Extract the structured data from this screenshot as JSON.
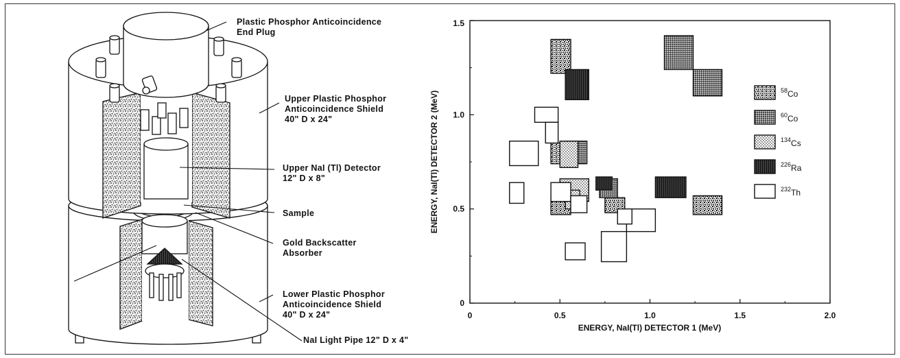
{
  "diagram": {
    "labels": [
      {
        "id": "end-plug",
        "lines": [
          "Plastic Phosphor Anticoincidence",
          "End Plug"
        ]
      },
      {
        "id": "upper-shield",
        "lines": [
          "Upper Plastic Phosphor",
          "Anticoincidence Shield",
          "40\" D x 24\""
        ]
      },
      {
        "id": "upper-detector",
        "lines": [
          "Upper NaI (Tl) Detector",
          "12\" D x 8\""
        ]
      },
      {
        "id": "sample",
        "lines": [
          "Sample"
        ]
      },
      {
        "id": "gold-absorber",
        "lines": [
          "Gold Backscatter",
          "Absorber"
        ]
      },
      {
        "id": "lower-shield",
        "lines": [
          "Lower Plastic Phosphor",
          "Anticoincidence Shield",
          "40\" D x 24\""
        ]
      },
      {
        "id": "light-pipe",
        "lines": [
          "NaI Light Pipe 12\" D x 4\""
        ]
      }
    ]
  },
  "chart_data": {
    "type": "heatmap",
    "xlabel": "ENERGY, NaI(Tl) DETECTOR 1 (MeV)",
    "ylabel": "ENERGY, NaI(Tl) DETECTOR 2 (MeV)",
    "xlim": [
      0,
      2.0
    ],
    "ylim": [
      0,
      1.5
    ],
    "xticks": [
      "0",
      "0.5",
      "1.0",
      "1.5",
      "2.0"
    ],
    "yticks": [
      "0",
      "0.5",
      "1.0",
      "1.5"
    ],
    "legend_position": "right",
    "series": [
      {
        "name": "58Co",
        "mass": "58",
        "element": "Co",
        "pattern": "speckle",
        "regions": [
          [
            0.45,
            1.22,
            0.56,
            1.4
          ],
          [
            0.45,
            0.74,
            0.53,
            0.85
          ],
          [
            0.45,
            0.47,
            0.56,
            0.57
          ],
          [
            0.75,
            0.48,
            0.86,
            0.56
          ],
          [
            1.24,
            0.47,
            1.4,
            0.57
          ]
        ]
      },
      {
        "name": "60Co",
        "mass": "60",
        "element": "Co",
        "pattern": "checker",
        "regions": [
          [
            1.08,
            1.24,
            1.24,
            1.42
          ],
          [
            1.24,
            1.1,
            1.4,
            1.24
          ],
          [
            0.53,
            0.74,
            0.65,
            0.86
          ],
          [
            0.72,
            0.56,
            0.82,
            0.66
          ]
        ]
      },
      {
        "name": "134Cs",
        "mass": "134",
        "element": "Cs",
        "pattern": "dots",
        "regions": [
          [
            0.5,
            0.72,
            0.6,
            0.86
          ],
          [
            0.5,
            0.54,
            0.66,
            0.66
          ],
          [
            0.53,
            0.5,
            0.61,
            0.6
          ]
        ]
      },
      {
        "name": "226Ra",
        "mass": "226",
        "element": "Ra",
        "pattern": "hatch",
        "regions": [
          [
            0.53,
            1.08,
            0.66,
            1.24
          ],
          [
            0.7,
            0.6,
            0.79,
            0.67
          ],
          [
            1.03,
            0.56,
            1.2,
            0.67
          ]
        ]
      },
      {
        "name": "232Th",
        "mass": "232",
        "element": "Th",
        "pattern": "open",
        "regions": [
          [
            0.36,
            0.96,
            0.49,
            1.04
          ],
          [
            0.42,
            0.85,
            0.49,
            0.96
          ],
          [
            0.22,
            0.73,
            0.38,
            0.86
          ],
          [
            0.22,
            0.53,
            0.3,
            0.64
          ],
          [
            0.45,
            0.54,
            0.56,
            0.64
          ],
          [
            0.56,
            0.48,
            0.65,
            0.57
          ],
          [
            0.53,
            0.23,
            0.64,
            0.32
          ],
          [
            0.73,
            0.22,
            0.87,
            0.38
          ],
          [
            0.87,
            0.38,
            1.03,
            0.5
          ],
          [
            0.82,
            0.42,
            0.9,
            0.5
          ]
        ]
      }
    ]
  }
}
